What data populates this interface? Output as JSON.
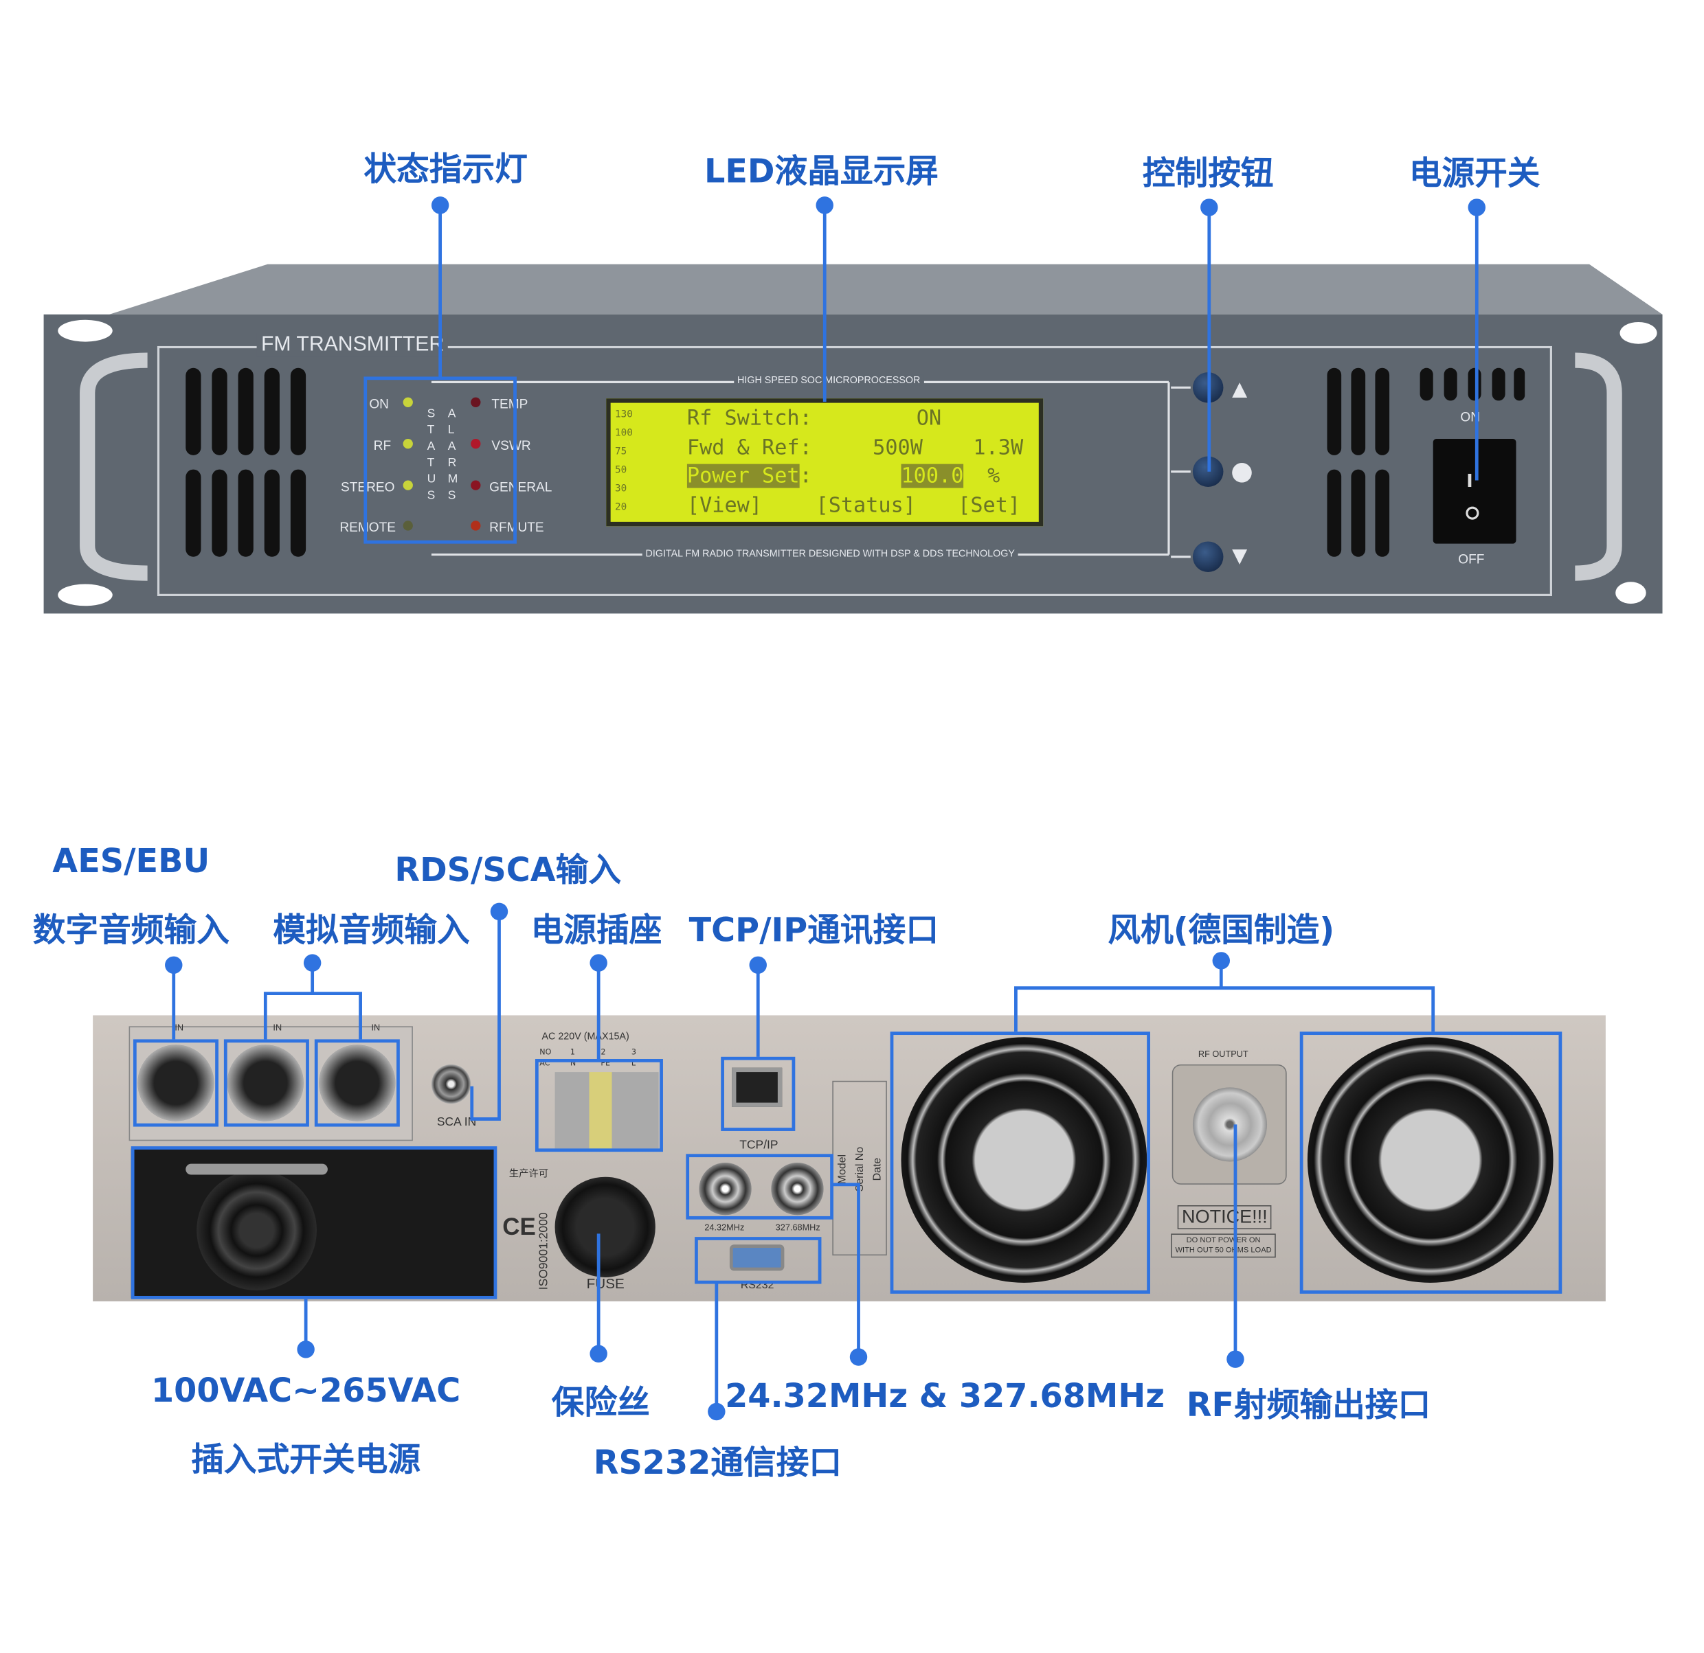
{
  "top_labels": {
    "status_lights": "状态指示灯",
    "lcd_display": "LED液晶显示屏",
    "control_buttons": "控制按钮",
    "power_switch": "电源开关"
  },
  "front_panel": {
    "title": "FM TRANSMITTER",
    "top_caption": "HIGH SPEED SOC MICROPROCESSOR",
    "bottom_caption": "DIGITAL FM RADIO TRANSMITTER DESIGNED WITH DSP & DDS TECHNOLOGY",
    "status_leds": [
      "ON",
      "RF",
      "STEREO",
      "REMOTE"
    ],
    "alarm_leds": [
      "TEMP",
      "VSWR",
      "GENERAL",
      "RFMUTE"
    ],
    "status_word": "STATUS",
    "alarm_word": "ALARMS",
    "switch_on": "ON",
    "switch_off": "OFF",
    "lcd": {
      "scale": [
        "130",
        "100",
        "75",
        "50",
        "30",
        "20"
      ],
      "line1_label": "Rf Switch:",
      "line1_value": "ON",
      "line2_label": "Fwd & Ref:",
      "line2_fwd": "500W",
      "line2_ref": "1.3W",
      "line3_label": "Power Set",
      "line3_colon": ":",
      "line3_value": "100.0",
      "line3_unit": "%",
      "menu": [
        "[View]",
        "[Status]",
        "[Set]"
      ]
    }
  },
  "rear_labels": {
    "aes_ebu": "AES/EBU",
    "digital_audio_in": "数字音频输入",
    "analog_audio_in": "模拟音频输入",
    "rds_sca_in": "RDS/SCA输入",
    "power_socket": "电源插座",
    "tcpip_port": "TCP/IP通讯接口",
    "fans": "风机(德国制造)",
    "psu_range": "100VAC~265VAC",
    "psu_desc": "插入式开关电源",
    "fuse": "保险丝",
    "clock_ports": "24.32MHz & 327.68MHz",
    "rs232_port": "RS232通信接口",
    "rf_output": "RF射频输出接口"
  },
  "rear_panel": {
    "sca_in": "SCA IN",
    "ac_rating": "AC 220V (MAX15A)",
    "terminal_no": [
      "NO",
      "1",
      "2",
      "3"
    ],
    "terminal_ac": [
      "AC",
      "N",
      "PE",
      "L"
    ],
    "license": "生产许可",
    "iso": "ISO9001:2000",
    "ce": "CE",
    "fuse": "FUSE",
    "tcpip": "TCP/IP",
    "clk1": "24.32MHz",
    "clk2": "327.68MHz",
    "rs232": "RS232",
    "plate": [
      "Model",
      "Serial No",
      "Date"
    ],
    "rf_output": "RF OUTPUT",
    "notice_title": "NOTICE!!!",
    "notice_line1": "DO NOT POWER ON",
    "notice_line2": "WITH OUT 50 OHMS LOAD",
    "in_marks": [
      "IN",
      "IN",
      "IN"
    ]
  },
  "colors": {
    "annotation": "#1d5cc0",
    "line": "#2f73e0",
    "panel": "#5f6770",
    "lcd": "#d6e81c"
  }
}
